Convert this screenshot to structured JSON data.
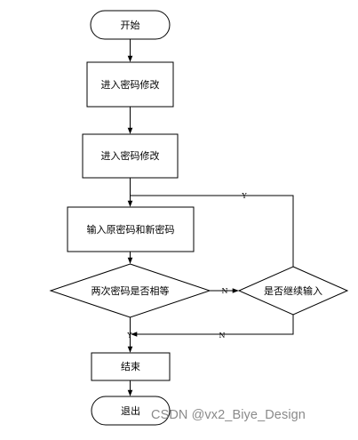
{
  "nodes": {
    "start": "开始",
    "enter_change_1": "进入密码修改",
    "enter_change_2": "进入密码修改",
    "input_passwords": "输入原密码和新密码",
    "compare_check": "两次密码是否相等",
    "continue_check": "是否继续输入",
    "end": "结束",
    "exit": "退出"
  },
  "edges": {
    "compare_no": "N",
    "continue_yes": "Y",
    "continue_no": "N",
    "compare_yes": "Y"
  },
  "watermark": "CSDN @vx2_Biye_Design",
  "colors": {
    "stroke": "#000000",
    "background": "#ffffff",
    "watermark": "#8a8a8a"
  }
}
